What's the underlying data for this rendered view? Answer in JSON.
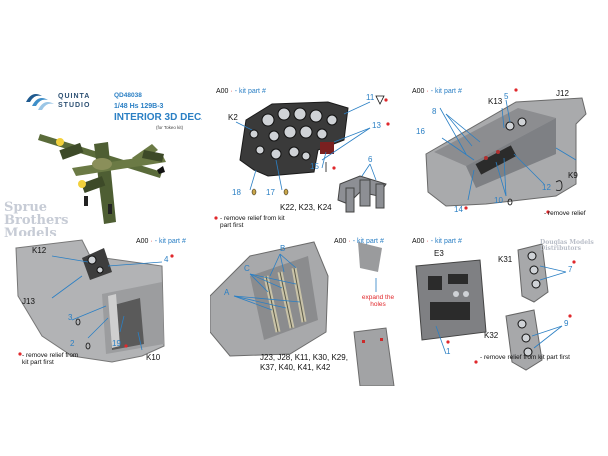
{
  "brand": {
    "line1": "QUINTA",
    "line2": "STUDIO"
  },
  "product": {
    "code": "QD48038",
    "scale_model": "1/48 Hs 129B-3",
    "title": "INTERIOR 3D DECAL",
    "kit_note": "(for Tokeo kit)"
  },
  "watermark": {
    "line1": "Sprue",
    "line2": "Brothers",
    "line3": "Models"
  },
  "header_prefix": "A00",
  "header_suffix": "- kit part #",
  "relief_note": "- remove relief from kit part first",
  "relief_note_short": "- remove relief",
  "panels": {
    "p2": {
      "labels": {
        "k2": "K2",
        "n11": "11",
        "n13": "13",
        "n18": "18",
        "n17": "17",
        "n15": "15",
        "n6": "6",
        "k22": "K22, K23, K24"
      }
    },
    "p3": {
      "labels": {
        "k13": "K13",
        "n5": "5",
        "j12": "J12",
        "n8": "8",
        "n16": "16",
        "k9": "K9",
        "n12": "12",
        "n10": "10",
        "n14": "14"
      }
    },
    "p4": {
      "labels": {
        "k12": "K12",
        "n4": "4",
        "j13": "J13",
        "n3": "3",
        "n2": "2",
        "n19": "19",
        "k10": "K10"
      }
    },
    "p5": {
      "labels": {
        "b": "B",
        "c": "C",
        "a": "A",
        "expand": "expand the holes",
        "parts_line1": "J23, J28, K11, K30, K29,",
        "parts_line2": "K37, K40, K41, K42"
      }
    },
    "p6": {
      "labels": {
        "e3": "E3",
        "k31": "K31",
        "n7": "7",
        "k32": "K32",
        "n9": "9",
        "n1": "1"
      },
      "watermark": "Douglas Models Distributors"
    }
  }
}
